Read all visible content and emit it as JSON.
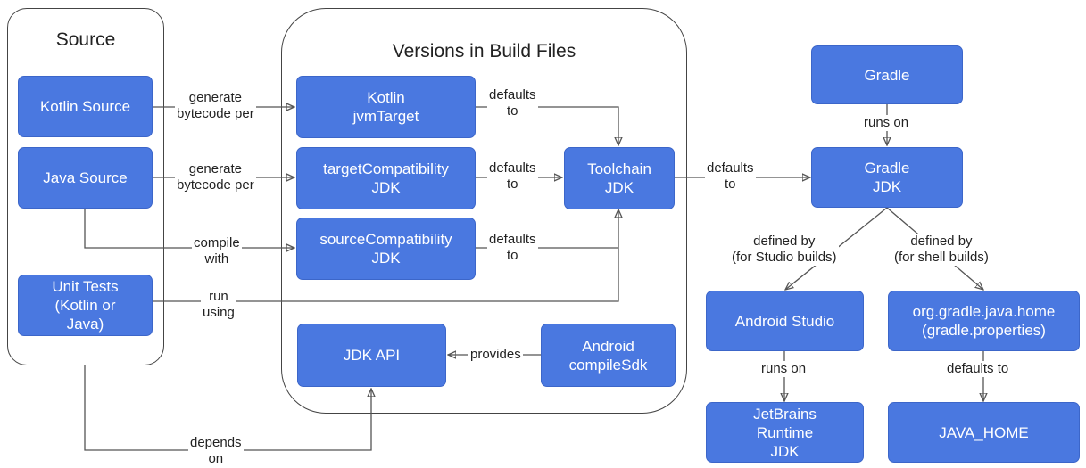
{
  "groups": {
    "source": "Source",
    "versions": "Versions in Build Files"
  },
  "nodes": {
    "kotlin_source": "Kotlin Source",
    "java_source": "Java Source",
    "unit_tests": "Unit Tests\n(Kotlin or\nJava)",
    "kotlin_jvmtarget": "Kotlin\njvmTarget",
    "target_compat": "targetCompatibility\nJDK",
    "source_compat": "sourceCompatibility\nJDK",
    "toolchain": "Toolchain\nJDK",
    "jdk_api": "JDK API",
    "compile_sdk": "Android\ncompileSdk",
    "gradle": "Gradle",
    "gradle_jdk": "Gradle\nJDK",
    "android_studio": "Android Studio",
    "java_home_prop": "org.gradle.java.home\n(gradle.properties)",
    "jetbrains_runtime": "JetBrains\nRuntime\nJDK",
    "java_home": "JAVA_HOME"
  },
  "edge_labels": {
    "gen1": "generate\nbytecode per",
    "gen2": "generate\nbytecode per",
    "compile": "compile\nwith",
    "run": "run\nusing",
    "depends": "depends\non",
    "def1": "defaults\nto",
    "def2": "defaults\nto",
    "def3": "defaults\nto",
    "def_gradle": "defaults\nto",
    "provides": "provides",
    "runs_on_gradle": "runs on",
    "defined_studio": "defined by\n(for Studio builds)",
    "defined_shell": "defined by\n(for shell builds)",
    "runs_on_studio": "runs on",
    "defaults_to_home": "defaults to"
  },
  "colors": {
    "node_fill": "#4a78e0",
    "edge": "#555555"
  }
}
